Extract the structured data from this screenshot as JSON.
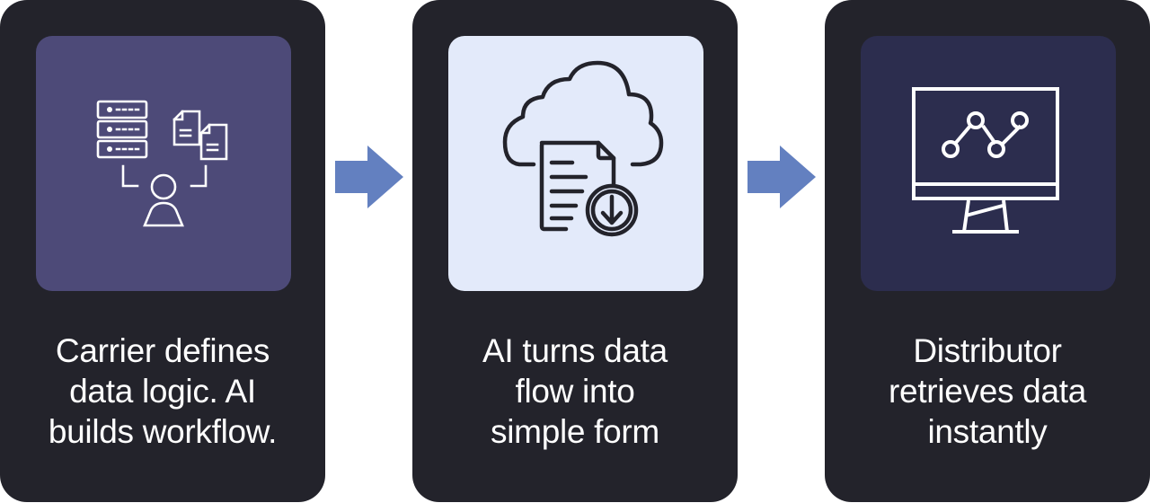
{
  "colors": {
    "card_bg": "#23232b",
    "arrow": "#6380c0",
    "text": "#ffffff"
  },
  "steps": [
    {
      "icon": "server-documents-user-icon",
      "tile_color": "#4d4a78",
      "icon_color": "#ffffff",
      "caption_lines": [
        "Carrier defines",
        "data logic. AI",
        "builds workflow."
      ]
    },
    {
      "icon": "cloud-document-download-icon",
      "tile_color": "#e3eafa",
      "icon_color": "#23232b",
      "caption_lines": [
        "AI turns data",
        "flow into",
        "simple form"
      ]
    },
    {
      "icon": "monitor-line-chart-icon",
      "tile_color": "#2c2d4e",
      "icon_color": "#ffffff",
      "caption_lines": [
        "Distributor",
        "retrieves data",
        "instantly"
      ]
    }
  ],
  "connectors": [
    {
      "icon": "arrow-right-icon"
    },
    {
      "icon": "arrow-right-icon"
    }
  ]
}
